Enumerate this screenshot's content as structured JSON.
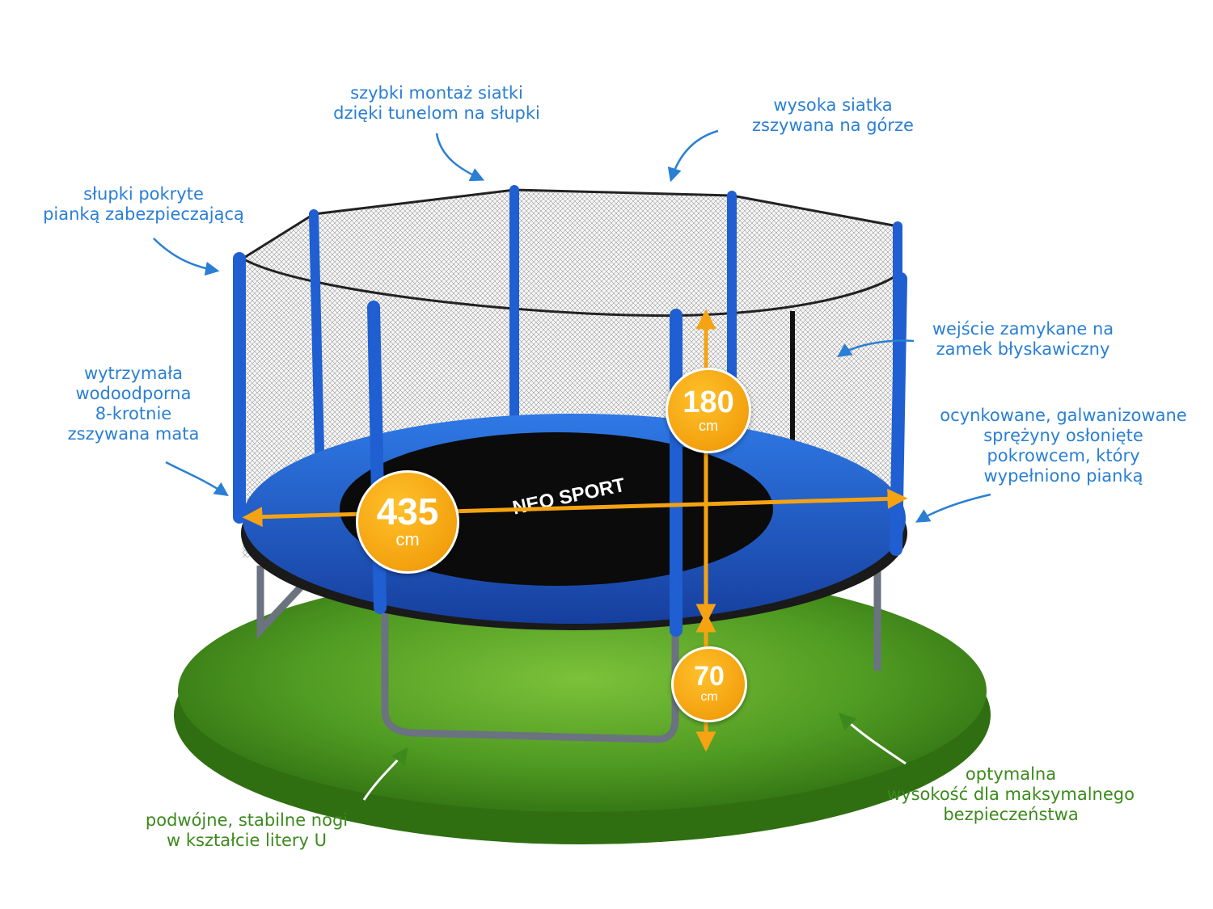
{
  "annotations": {
    "quick_assembly": "szybki montaż siatki\ndzięki tunelom na słupki",
    "high_net": "wysoka siatka\nzszywana na górze",
    "foam_poles": "słupki pokryte\npianką zabezpieczającą",
    "zip_entrance": "wejście zamykane na\nzamek błyskawiczny",
    "mat": "wytrzymała\nwodoodporna\n8-krotnie\nzszywana mata",
    "springs": "ocynkowane, galwanizowane\nsprężyny osłonięte\npokrowcem, który\nwypełniono pianką",
    "legs": "podwójne, stabilne nogi\nw kształcie litery U",
    "height": "optymalna\nwysokość dla maksymalnego\nbezpieczeństwa"
  },
  "dimensions": {
    "diameter": {
      "value": "435",
      "unit": "cm"
    },
    "net_height": {
      "value": "180",
      "unit": "cm"
    },
    "frame_height": {
      "value": "70",
      "unit": "cm"
    }
  },
  "logo": {
    "text": "NEO SPORT"
  },
  "colors": {
    "annotation_blue": "#2a7fd4",
    "annotation_green": "#3c8a1c",
    "badge_orange": "#f5a313",
    "pad_blue": "#1f5fd1",
    "grass_green": "#4f9a22"
  }
}
